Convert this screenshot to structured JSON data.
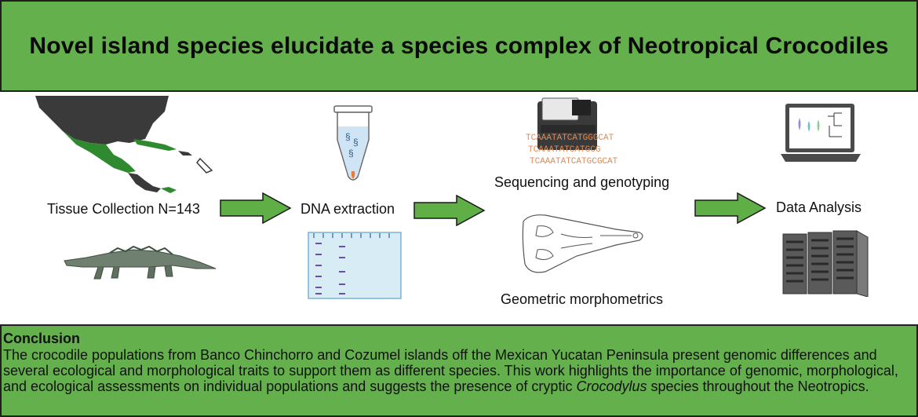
{
  "title": "Novel island species elucidate a species complex of Neotropical Crocodiles",
  "steps": {
    "tissue": "Tissue Collection N=143",
    "dna": "DNA  extraction",
    "sequencing": "Sequencing and genotyping",
    "morpho": "Geometric morphometrics",
    "analysis": "Data Analysis"
  },
  "sequence_text": {
    "line1": "TCAAATATCATGGGCAT",
    "line2": "TCAAATATCATGCG",
    "line3": "TCAAATATCATGCGCAT"
  },
  "conclusion": {
    "heading": "Conclusion",
    "text_before": "The crocodile populations from Banco Chinchorro and Cozumel islands off the Mexican Yucatan Peninsula present genomic differences and several ecological and morphological traits to support them as different species. This work highlights the importance of genomic, morphological, and ecological assessments on individual populations and suggests the presence of cryptic ",
    "italic": "Crocodylus",
    "text_after": " species throughout the Neotropics."
  },
  "colors": {
    "banner": "#64b04c",
    "arrow": "#5fae46",
    "map_land": "#3a3a3a",
    "map_highlight": "#2f8a2f",
    "sequence": "#e08a55"
  }
}
